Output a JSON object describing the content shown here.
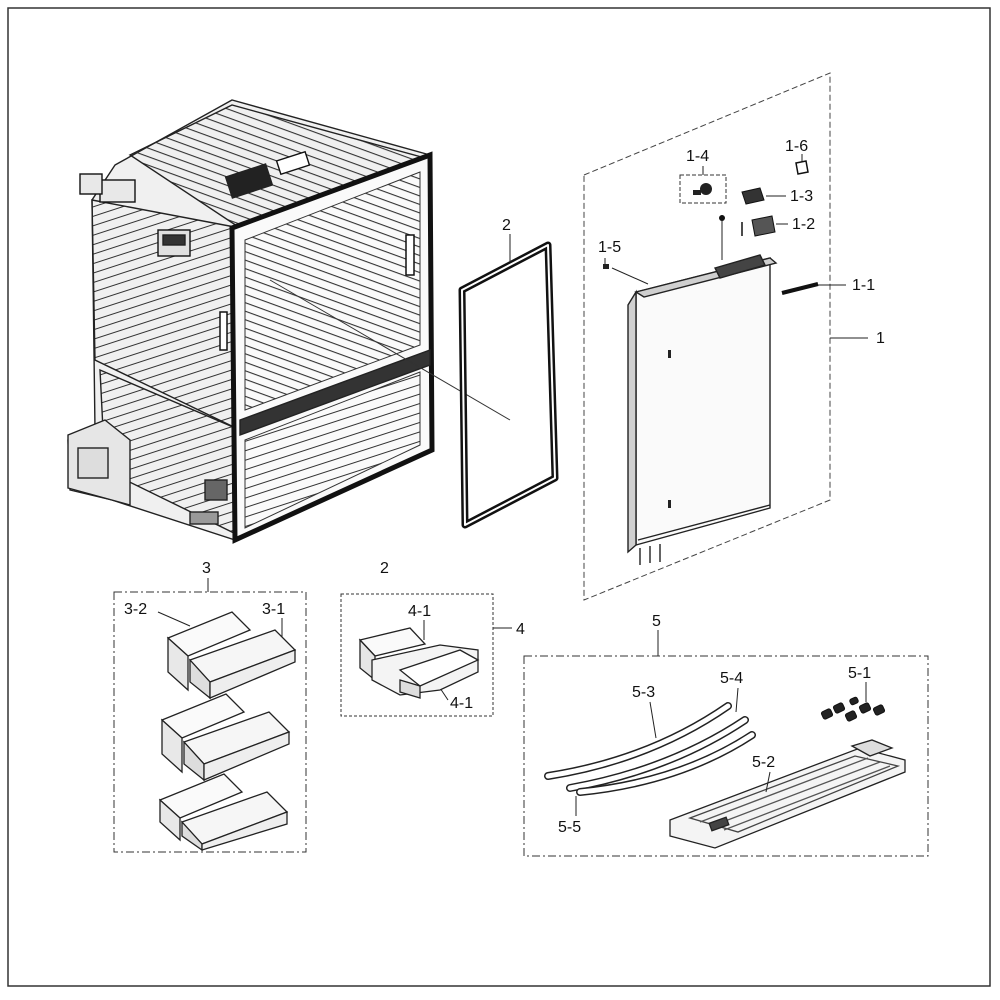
{
  "labels": {
    "p1": "1",
    "p1_1": "1-1",
    "p1_2": "1-2",
    "p1_3": "1-3",
    "p1_4": "1-4",
    "p1_5": "1-5",
    "p1_6": "1-6",
    "p2_gasket": "2",
    "p2_bin": "2",
    "p3": "3",
    "p3_1": "3-1",
    "p3_2": "3-2",
    "p4": "4",
    "p4_1_top": "4-1",
    "p4_1_bottom": "4-1",
    "p5": "5",
    "p5_1": "5-1",
    "p5_2": "5-2",
    "p5_3": "5-3",
    "p5_4": "5-4",
    "p5_5": "5-5"
  },
  "colors": {
    "line": "#222222",
    "light_line": "#555555",
    "fill_light": "#f2f2f2",
    "fill_mid": "#d8d8d8",
    "dark": "#1a1a1a"
  }
}
